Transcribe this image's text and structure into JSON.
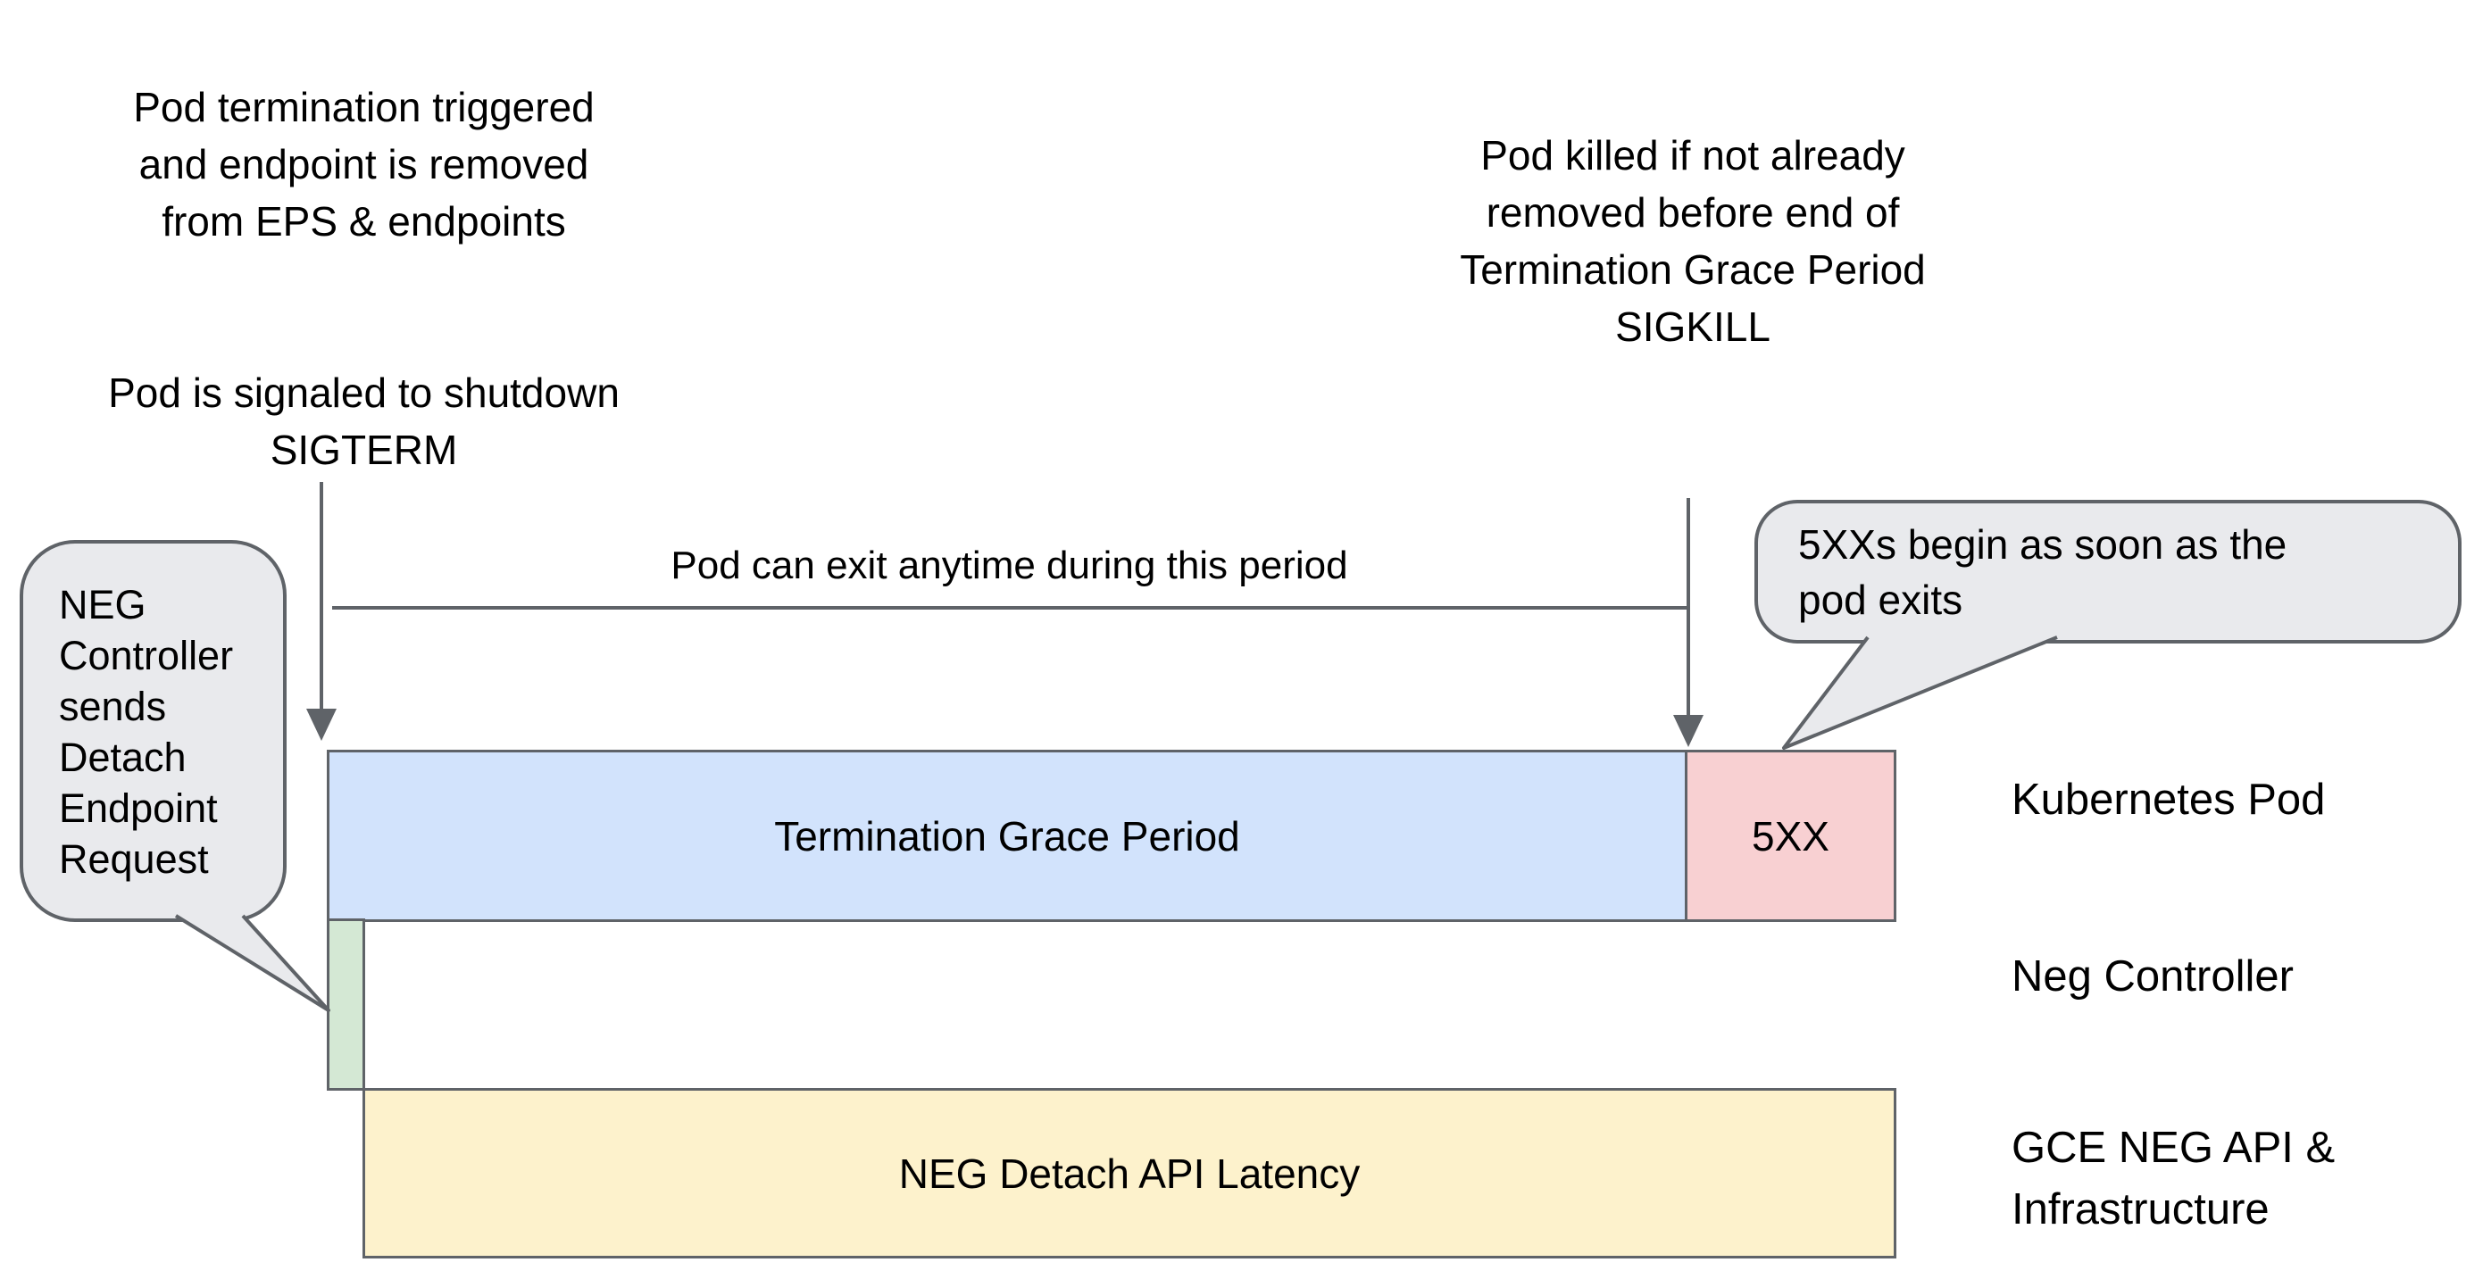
{
  "colors": {
    "background": "#ffffff",
    "text": "#000000",
    "outline_gray": "#5f6368",
    "callout_fill": "#e9eaed",
    "grace_period_blue": "#d2e3fc",
    "error_pink": "#f8d0d2",
    "detach_green": "#d4e8d4",
    "latency_yellow": "#fdf2cc"
  },
  "annotations": {
    "pod_termination": "Pod termination triggered\nand endpoint is removed\nfrom EPS & endpoints",
    "pod_signaled": "Pod is signaled to shutdown\nSIGTERM",
    "pod_killed": "Pod killed if not already\nremoved before end of\nTermination Grace Period\nSIGKILL",
    "exit_period": "Pod can exit anytime during this period"
  },
  "callouts": {
    "neg_controller": "NEG\nController\nsends\nDetach\nEndpoint\nRequest",
    "five_xx": "5XXs begin as soon as the\npod exits"
  },
  "timeline": {
    "grace_period_label": "Termination Grace Period",
    "five_xx_label": "5XX",
    "neg_detach_label": "NEG Detach API Latency"
  },
  "lanes": [
    {
      "label": "Kubernetes Pod"
    },
    {
      "label": "Neg Controller"
    },
    {
      "label": "GCE NEG API &\nInfrastructure"
    }
  ]
}
